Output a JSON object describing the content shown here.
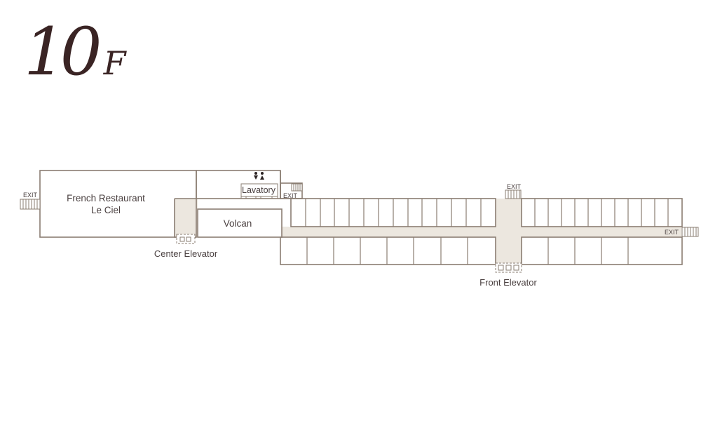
{
  "floor": {
    "number": "10",
    "unit": "F"
  },
  "labels": {
    "restaurant_line1": "French Restaurant",
    "restaurant_line2": "Le Ciel",
    "lavatory": "Lavatory",
    "volcan": "Volcan",
    "center_elevator": "Center Elevator",
    "front_elevator": "Front Elevator",
    "exit": "EXIT"
  },
  "colors": {
    "wall": "#8a7d72",
    "corridor": "#ece7df",
    "text": "#4a4040",
    "title": "#3a2424"
  },
  "icons": [
    "restroom-icon",
    "elevator-icon",
    "stairs-icon"
  ]
}
